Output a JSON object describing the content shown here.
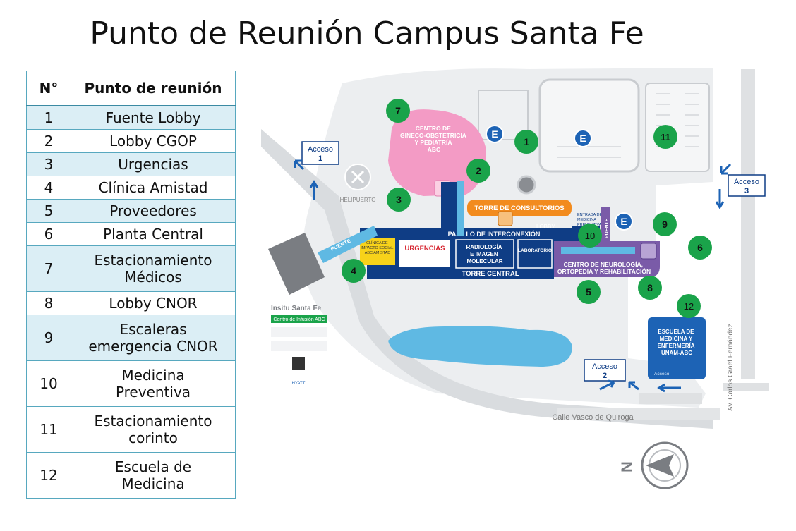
{
  "title": "Punto de Reunión Campus Santa Fe",
  "table": {
    "col_num": "N°",
    "col_name": "Punto de reunión",
    "rows": [
      {
        "n": "1",
        "lines": [
          "Fuente Lobby"
        ]
      },
      {
        "n": "2",
        "lines": [
          "Lobby CGOP"
        ]
      },
      {
        "n": "3",
        "lines": [
          "Urgencias"
        ]
      },
      {
        "n": "4",
        "lines": [
          "Clínica Amistad"
        ]
      },
      {
        "n": "5",
        "lines": [
          "Proveedores"
        ]
      },
      {
        "n": "6",
        "lines": [
          "Planta Central"
        ]
      },
      {
        "n": "7",
        "lines": [
          "Estacionamiento",
          "Médicos"
        ]
      },
      {
        "n": "8",
        "lines": [
          "Lobby CNOR"
        ]
      },
      {
        "n": "9",
        "lines": [
          "Escaleras",
          "emergencia CNOR"
        ]
      },
      {
        "n": "10",
        "lines": [
          "Medicina",
          "Preventiva"
        ]
      },
      {
        "n": "11",
        "lines": [
          "Estacionamiento",
          "corinto"
        ]
      },
      {
        "n": "12",
        "lines": [
          "Escuela de",
          "Medicina"
        ]
      }
    ]
  },
  "map": {
    "buildings": {
      "gineco": [
        "CENTRO DE",
        "GINECO-OBSTETRICIA",
        "Y PEDIATRÍA",
        "ABC"
      ],
      "torre_consultorios": "TORRE DE CONSULTORIOS",
      "pasillo": "PASILLO DE INTERCONEXIÓN",
      "lobby": "LOBBY",
      "clinica": [
        "CLÍNICA DE",
        "IMPACTO SOCIAL",
        "ABC AMISTAD"
      ],
      "urgencias": "URGENCIAS",
      "radiologia": [
        "RADIOLOGÍA",
        "E IMAGEN",
        "MOLECULAR"
      ],
      "laboratorio": "LABORATORIO",
      "torre_central": "TORRE CENTRAL",
      "neuro": [
        "CENTRO DE NEUROLOGÍA,",
        "ORTOPEDIA Y REHABILITACIÓN"
      ],
      "medicina_prev": [
        "ENTRADA DE",
        "MEDICINA",
        "PREVENTIVA"
      ],
      "puente": "PUENTE",
      "escuela": [
        "ESCUELA DE",
        "MEDICINA Y",
        "ENFERMERÍA",
        "UNAM-ABC"
      ],
      "escuela_acceso": "Acceso",
      "helipuerto": "HELIPUERTO"
    },
    "accesos": [
      {
        "label": "Acceso",
        "n": "1"
      },
      {
        "label": "Acceso",
        "n": "2"
      },
      {
        "label": "Acceso",
        "n": "3"
      }
    ],
    "streets": {
      "vasco": "Calle Vasco de Quiroga",
      "graef": "Av. Carlos Graef Fernández"
    },
    "parking_symbol": "E",
    "insitu": {
      "title": "Insitu Santa Fe",
      "infusion": "Centro de Infusión ABC",
      "hyatt": "HYATT"
    },
    "compass": "N",
    "points": [
      {
        "n": "1",
        "color": "#1aa34a"
      },
      {
        "n": "2",
        "color": "#1aa34a"
      },
      {
        "n": "3",
        "color": "#1aa34a"
      },
      {
        "n": "4",
        "color": "#1aa34a"
      },
      {
        "n": "5",
        "color": "#1aa34a"
      },
      {
        "n": "6",
        "color": "#1aa34a"
      },
      {
        "n": "7",
        "color": "#1aa34a"
      },
      {
        "n": "8",
        "color": "#1aa34a"
      },
      {
        "n": "9",
        "color": "#1aa34a"
      },
      {
        "n": "10",
        "color": "#1aa34a"
      },
      {
        "n": "11",
        "color": "#1aa34a"
      },
      {
        "n": "12",
        "color": "#1aa34a"
      }
    ]
  }
}
